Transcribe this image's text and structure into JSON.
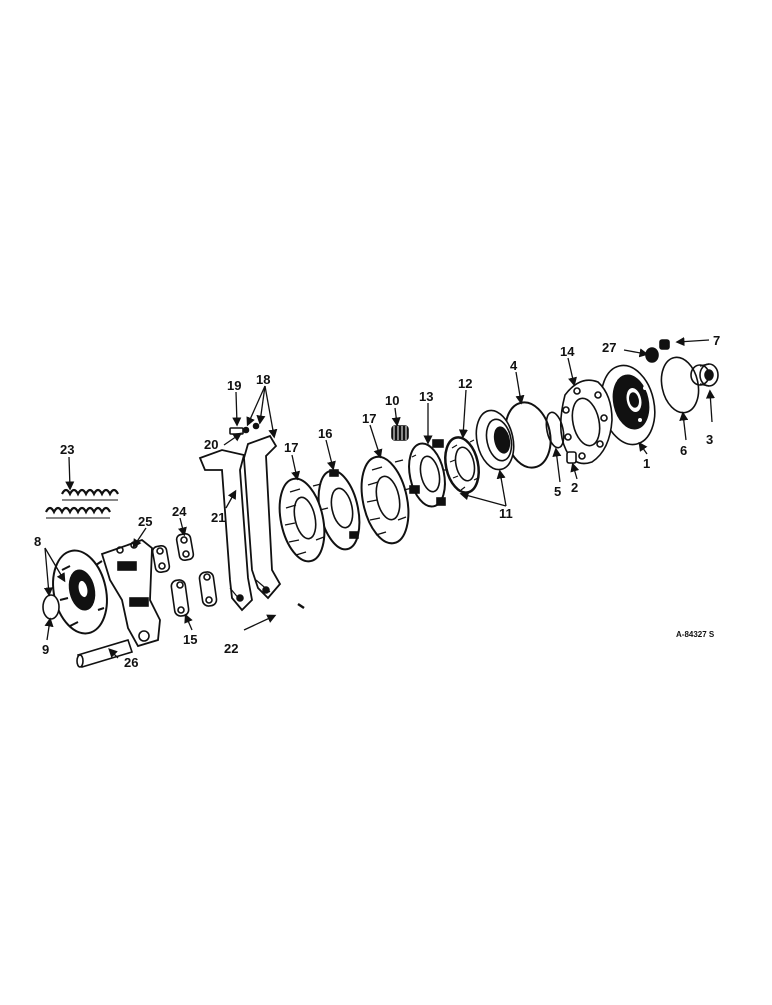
{
  "callouts": {
    "c1": "1",
    "c2": "2",
    "c3": "3",
    "c4": "4",
    "c5": "5",
    "c6": "6",
    "c7": "7",
    "c8": "8",
    "c9": "9",
    "c10": "10",
    "c11": "11",
    "c12": "12",
    "c13": "13",
    "c14": "14",
    "c15": "15",
    "c16": "16",
    "c17a": "17",
    "c17b": "17",
    "c18": "18",
    "c19": "19",
    "c20": "20",
    "c21": "21",
    "c22": "22",
    "c23": "23",
    "c24": "24",
    "c25": "25",
    "c26": "26",
    "c27": "27"
  },
  "drawing_code": "A-84327 S",
  "colors": {
    "ink": "#111111",
    "paper": "#ffffff"
  }
}
